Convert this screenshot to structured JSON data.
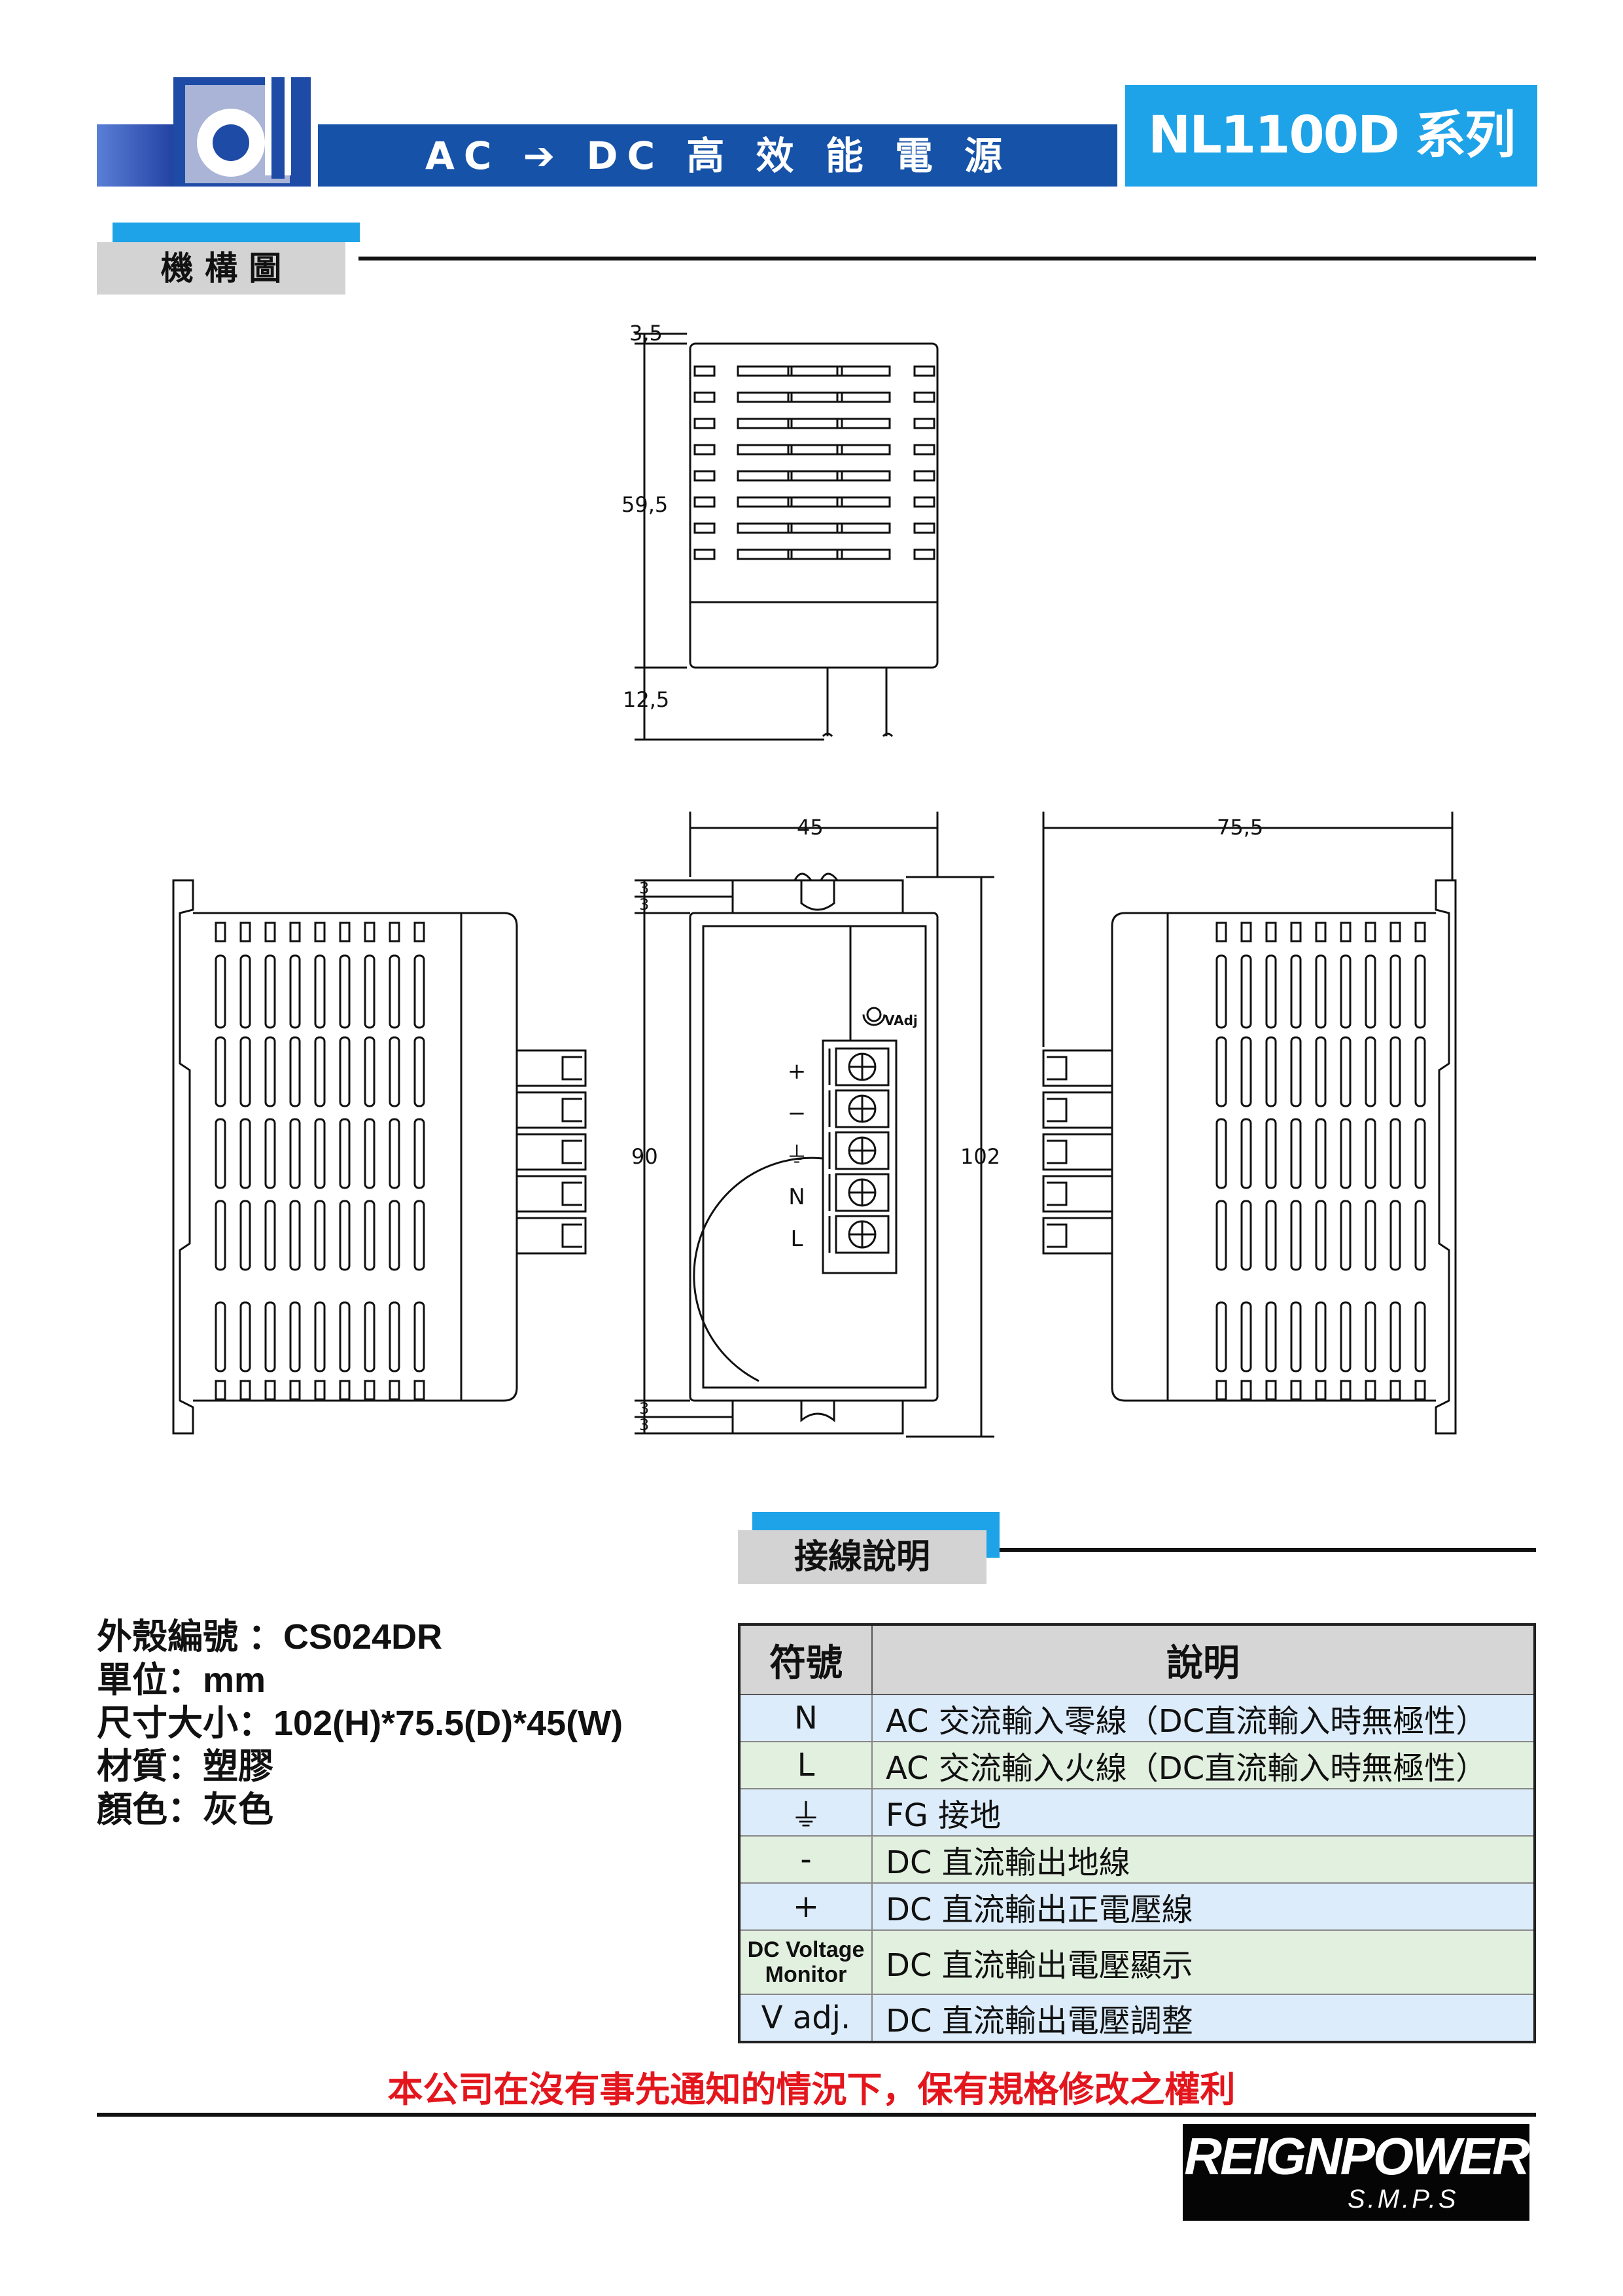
{
  "header": {
    "subtitle": "AC ➔ DC 高 效 能 電 源",
    "series": "NL1100D 系列",
    "colors": {
      "band": "#1652a8",
      "accent": "#1fa3e8",
      "logo": "#1e4ba6"
    }
  },
  "section_mechanical": {
    "title": "機 構 圖"
  },
  "drawing": {
    "dims": {
      "top_small": "3,5",
      "top_height": "59,5",
      "top_bottom": "12,5",
      "width": "45",
      "depth": "75,5",
      "inner_height": "90",
      "total_height": "102",
      "clip": "3"
    },
    "vadj_label": "VAdj",
    "terminals": [
      "+",
      "−",
      "⏚",
      "N",
      "L"
    ]
  },
  "section_wiring": {
    "title": "接線說明"
  },
  "specs": [
    "外殼編號 ：CS024DR",
    "單位：mm",
    "尺寸大小：102(H)*75.5(D)*45(W)",
    "材質：塑膠",
    "顏色：灰色"
  ],
  "wiring_table": {
    "headers": [
      "符號",
      "說明"
    ],
    "rows": [
      {
        "symbol": "N",
        "desc": "AC 交流輸入零線（DC直流輸入時無極性）"
      },
      {
        "symbol": "L",
        "desc": "AC 交流輸入火線（DC直流輸入時無極性）"
      },
      {
        "symbol": "⏚",
        "desc": "FG 接地"
      },
      {
        "symbol": "-",
        "desc": "DC 直流輸出地線"
      },
      {
        "symbol": "+",
        "desc": "DC 直流輸出正電壓線"
      },
      {
        "symbol": "DC Voltage Monitor",
        "desc": "DC 直流輸出電壓顯示"
      },
      {
        "symbol": "V adj.",
        "desc": "DC 直流輸出電壓調整"
      }
    ]
  },
  "notice": "本公司在沒有事先通知的情況下，保有規格修改之權利",
  "footer": {
    "brand": "REIGNPOWER",
    "brand_sub": "S.M.P.S"
  }
}
